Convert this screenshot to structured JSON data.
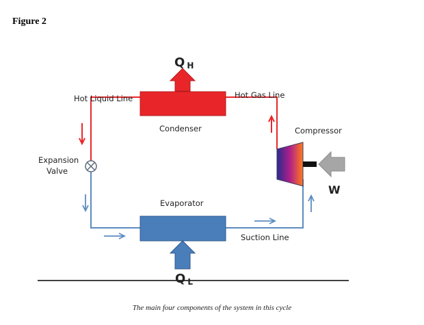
{
  "figure_label": "Figure 2",
  "labels": {
    "q_h_main": "Q",
    "q_h_sub": "H",
    "q_l_main": "Q",
    "q_l_sub": "L",
    "w": "W",
    "hot_liquid_line": "Hot Liquid Line",
    "hot_gas_line": "Hot Gas Line",
    "condenser": "Condenser",
    "compressor": "Compressor",
    "expansion_valve_line1": "Expansion",
    "expansion_valve_line2": "Valve",
    "evaporator": "Evaporator",
    "suction_line": "Suction Line"
  },
  "caption": "The main four components of the system in this cycle",
  "colors": {
    "pipe_hot": "#e8262a",
    "pipe_cold": "#5b8bbf",
    "condenser": "#e8262a",
    "evaporator": "#4a7ebb",
    "heat_arrow_hot": "#e8262a",
    "heat_arrow_cold": "#4a7ebb",
    "work_arrow": "#a6a6a6"
  }
}
